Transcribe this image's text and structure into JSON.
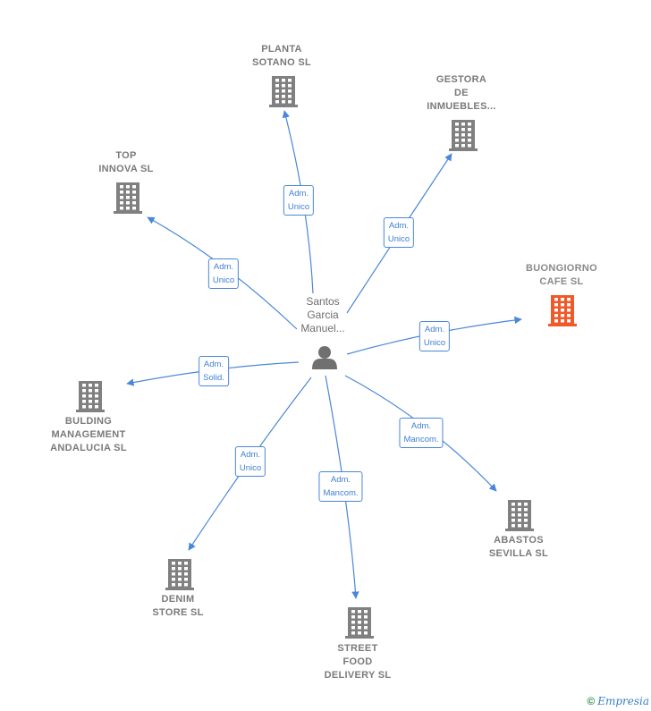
{
  "person": {
    "label": "Santos\nGarcia\nManuel..."
  },
  "companies": [
    {
      "id": "planta",
      "label": "PLANTA\nSOTANO SL"
    },
    {
      "id": "gestora",
      "label": "GESTORA\nDE\nINMUEBLES..."
    },
    {
      "id": "top",
      "label": "TOP\nINNOVA  SL"
    },
    {
      "id": "buongiorno",
      "label": "BUONGIORNO\nCAFE  SL",
      "highlight": true
    },
    {
      "id": "bulding",
      "label": "BULDING\nMANAGEMENT\nANDALUCIA  SL"
    },
    {
      "id": "abastos",
      "label": "ABASTOS\nSEVILLA  SL"
    },
    {
      "id": "denim",
      "label": "DENIM\nSTORE  SL"
    },
    {
      "id": "street",
      "label": "STREET\nFOOD\nDELIVERY  SL"
    }
  ],
  "edges": [
    {
      "to": "planta",
      "label": "Adm.\nUnico"
    },
    {
      "to": "gestora",
      "label": "Adm.\nUnico"
    },
    {
      "to": "top",
      "label": "Adm.\nUnico"
    },
    {
      "to": "buongiorno",
      "label": "Adm.\nUnico"
    },
    {
      "to": "bulding",
      "label": "Adm.\nSolid."
    },
    {
      "to": "abastos",
      "label": "Adm.\nMancom."
    },
    {
      "to": "denim",
      "label": "Adm.\nUnico"
    },
    {
      "to": "street",
      "label": "Adm.\nMancom."
    }
  ],
  "colors": {
    "edge": "#4a87d9",
    "building": "#808080",
    "highlight": "#f05a2a",
    "person": "#707070"
  },
  "footer": {
    "copyright": "©",
    "brand": "Empresia"
  }
}
